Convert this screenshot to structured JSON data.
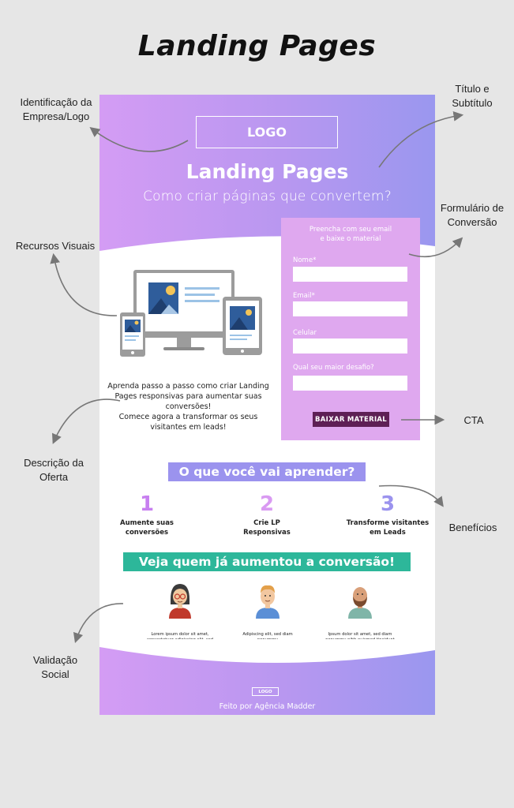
{
  "title": "Landing Pages",
  "annotations": {
    "logo": "Identificação da\nEmpresa/Logo",
    "title_subtitle": "Título e\nSubtítulo",
    "form": "Formulário de\nConversão",
    "visuals": "Recursos Visuais",
    "cta": "CTA",
    "offer": "Descrição da\nOferta",
    "benefits": "Benefícios",
    "social_proof": "Validação\nSocial"
  },
  "landing_page": {
    "logo": "LOGO",
    "title": "Landing Pages",
    "subtitle": "Como criar páginas que convertem?",
    "form": {
      "intro": "Preencha com seu email\ne baixe o material",
      "fields": [
        {
          "label": "Nome*"
        },
        {
          "label": "Email*"
        },
        {
          "label": "Celular"
        },
        {
          "label": "Qual seu maior desafio?"
        }
      ],
      "cta": "BAIXAR MATERIAL"
    },
    "offer": "Aprenda passo a passo como criar Landing\nPages responsivas para aumentar suas\nconversões!\nComece agora a transformar os seus\nvisitantes em leads!",
    "learn_heading": "O que você vai aprender?",
    "benefits": [
      {
        "number": "1",
        "text": "Aumente suas\nconversões",
        "color": "#c77ff0"
      },
      {
        "number": "2",
        "text": "Crie LP\nResponsivas",
        "color": "#d99af2"
      },
      {
        "number": "3",
        "text": "Transforme visitantes\nem Leads",
        "color": "#9b93ee"
      }
    ],
    "proof_heading": "Veja quem já aumentou a conversão!",
    "testimonials": [
      {
        "text": "Lorem ipsum dolor sit amet,\nconsectetuer adipiscing elit, sed\ndiam nonummy nibh euismo"
      },
      {
        "text": "Adipiscing elit, sed diam nonummy\nnibh euismod?Tincidunt ut laoreet\ndolore magna aliquam erat."
      },
      {
        "text": "Ipsum dolor sit amet, sed diam\nnonummy nibh euismod tincidunt ut\nlaoreet dolore magna"
      }
    ],
    "footer_logo": "LOGO",
    "footer_text": "Feito por Agência Madder"
  },
  "colors": {
    "gradient_left": "#d49cf4",
    "gradient_right": "#9a97ef",
    "form_bg": "#dfa8ef",
    "cta_bg": "#5e1f55",
    "learn_banner": "#9b93ee",
    "proof_banner": "#2db79a"
  }
}
